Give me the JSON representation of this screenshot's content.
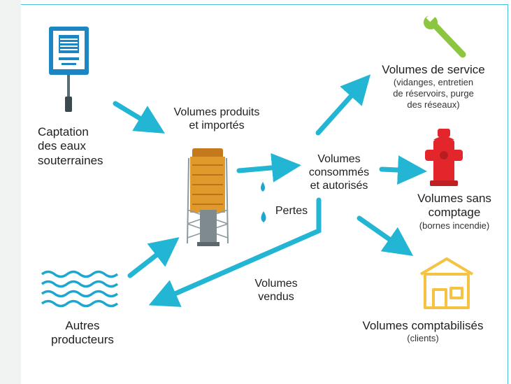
{
  "labels": {
    "captation": [
      "Captation",
      "des eaux",
      "souterraines"
    ],
    "produits": [
      "Volumes produits",
      "et importés"
    ],
    "consommes": [
      "Volumes",
      "consommés",
      "et autorisés"
    ],
    "pertes": "Pertes",
    "autres": [
      "Autres",
      "producteurs"
    ],
    "vendus": [
      "Volumes",
      "vendus"
    ],
    "service": {
      "title": "Volumes de service",
      "detail": [
        "(vidanges, entretien",
        "de réservoirs, purge",
        "des réseaux)"
      ]
    },
    "sans_comptage": {
      "title": [
        "Volumes sans",
        "comptage"
      ],
      "detail": "(bornes incendie)"
    },
    "comptabilises": {
      "title": "Volumes comptabilisés",
      "detail": "(clients)"
    }
  },
  "icons": {
    "borehole": "borehole-sign-icon",
    "tower": "water-tower-icon",
    "drops": "water-drops-icon",
    "waves": "water-waves-icon",
    "wrench": "wrench-icon",
    "hydrant": "fire-hydrant-icon",
    "house": "house-icon"
  },
  "colors": {
    "arrow": "#22b5d4",
    "frame": "#49c3d9",
    "wrench": "#8cc63f",
    "hydrant": "#e3262c",
    "house": "#f5c242",
    "tower": "#e09a2c",
    "waves": "#1da7cf",
    "sign": "#1b86c2"
  }
}
